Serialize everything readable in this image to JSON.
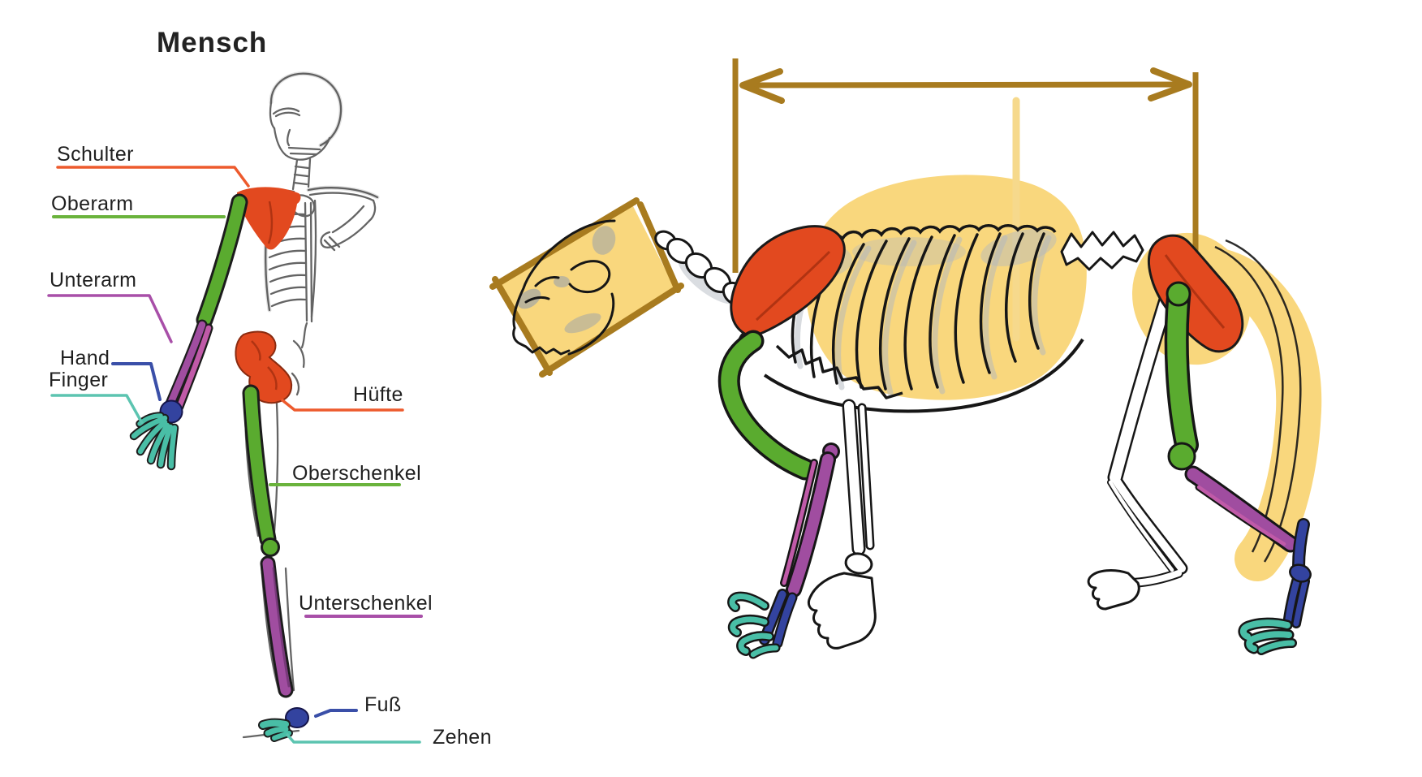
{
  "title": "Mensch",
  "labels": {
    "schulter": "Schulter",
    "oberarm": "Oberarm",
    "unterarm": "Unterarm",
    "hand": "Hand",
    "finger": "Finger",
    "huefte": "Hüfte",
    "oberschenkel": "Oberschenkel",
    "unterschenkel": "Unterschenkel",
    "fuss": "Fuß",
    "zehen": "Zehen"
  },
  "colors": {
    "shoulder_hip": "#e2491f",
    "upper_bone_green": "#5aab2f",
    "lower_bone_purple": "#a04da0",
    "hand_foot_blue": "#33439f",
    "digits_teal": "#49bea6",
    "highlight_yellow": "#f9d77d",
    "measure_brown": "#a87b1f"
  }
}
